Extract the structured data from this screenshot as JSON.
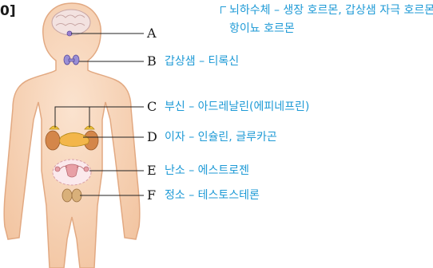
{
  "corner_mark": "0]",
  "labels": [
    {
      "letter": "A",
      "text_line1": "뇌하수체 – 생장 호르몬, 갑상샘 자극 호르몬,",
      "text_line2": "항이뇨 호르몬"
    },
    {
      "letter": "B",
      "text_line1": "갑상샘 – 티록신"
    },
    {
      "letter": "C",
      "text_line1": "부신 – 아드레날린(에피네프린)"
    },
    {
      "letter": "D",
      "text_line1": "이자 – 인슐린, 글루카곤"
    },
    {
      "letter": "E",
      "text_line1": "난소 – 에스트로젠"
    },
    {
      "letter": "F",
      "text_line1": "정소 – 테스토스테론"
    }
  ],
  "colors": {
    "label_text": "#1e9ad6",
    "skin": "#f6d4b6",
    "skin_edge": "#e2a982",
    "leader": "#222222"
  }
}
